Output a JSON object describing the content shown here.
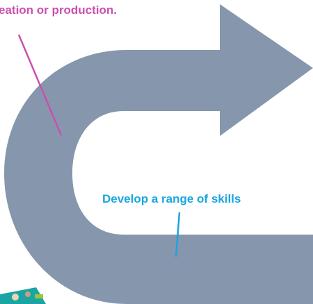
{
  "diagram": {
    "labels": {
      "top_left_text": "eation or production.",
      "inner_text": "Develop a range of skills"
    },
    "colors": {
      "arrow_fill": "#8697ad",
      "pink": "#cc4fae",
      "blue": "#18a6e0",
      "photo_teal": "#1aa5a3",
      "photo_green": "#9fc43a"
    },
    "icons": {
      "arrow": "u-turn-arrow-icon",
      "photo": "photo-thumbnail"
    }
  }
}
